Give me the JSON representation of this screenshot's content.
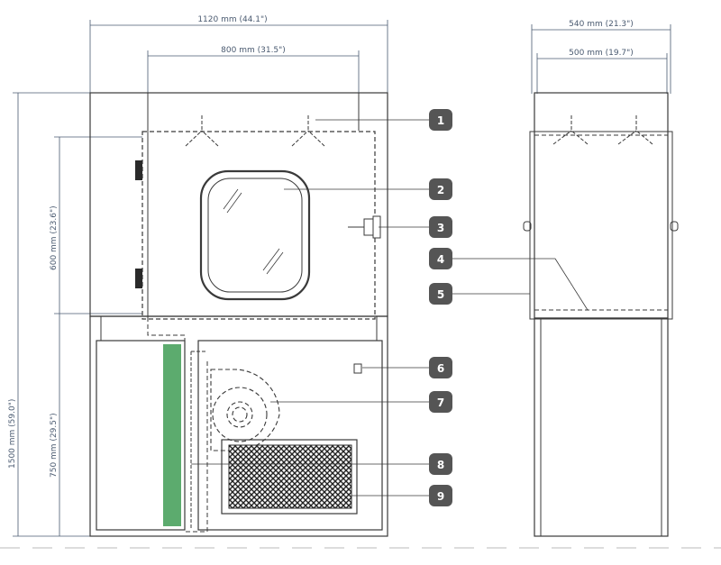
{
  "dimensions": {
    "front_width": "1120 mm (44.1\")",
    "front_inner_width": "800 mm (31.5\")",
    "side_width": "540 mm (21.3\")",
    "side_inner_width": "500 mm (19.7\")",
    "total_height": "1500 mm (59.0\")",
    "upper_height": "600 mm (23.6\")",
    "lower_height": "750 mm (29.5\")"
  },
  "callouts": [
    "1",
    "2",
    "3",
    "4",
    "5",
    "6",
    "7",
    "8",
    "9"
  ],
  "colors": {
    "line": "#3a3a3a",
    "dim": "#4a5a70",
    "callout_bg": "#555555",
    "filter_green": "#5cab6e",
    "background": "#ffffff"
  }
}
